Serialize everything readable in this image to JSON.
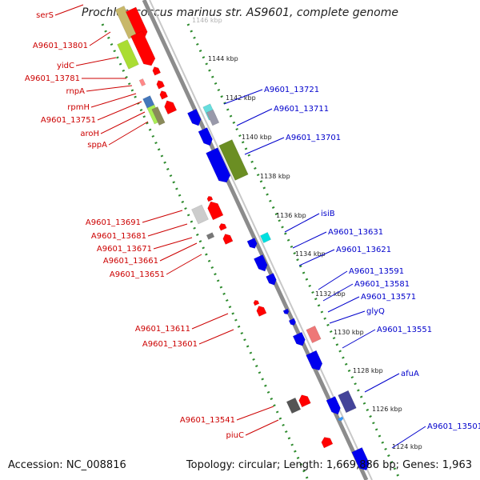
{
  "title": "Prochlorococcus marinus str. AS9601, complete genome",
  "footer": {
    "accession": "Accession: NC_008816",
    "summary": "Topology: circular; Length: 1,669,886 bp; Genes: 1,963"
  },
  "colors": {
    "forward_gene": "#ff0000",
    "reverse_gene": "#0000ee",
    "backbone": "#8c8c8c",
    "dotted_track": "#2e8b2e",
    "forward_label": "#cc0000",
    "reverse_label": "#0000cc"
  },
  "ticks": [
    "1146 kbp",
    "1144 kbp",
    "1142 kbp",
    "1140 kbp",
    "1138 kbp",
    "1136 kbp",
    "1134 kbp",
    "1132 kbp",
    "1130 kbp",
    "1128 kbp",
    "1126 kbp",
    "1124 kbp"
  ],
  "forward_labels": [
    "serS",
    "A9601_13801",
    "yidC",
    "A9601_13781",
    "rnpA",
    "rpmH",
    "A9601_13751",
    "aroH",
    "sppA",
    "A9601_13691",
    "A9601_13681",
    "A9601_13671",
    "A9601_13661",
    "A9601_13651",
    "A9601_13611",
    "A9601_13601",
    "A9601_13541",
    "piuC"
  ],
  "reverse_labels": [
    "A9601_13721",
    "A9601_13711",
    "A9601_13701",
    "isiB",
    "A9601_13631",
    "A9601_13621",
    "A9601_13591",
    "A9601_13581",
    "A9601_13571",
    "glyQ",
    "A9601_13551",
    "afuA",
    "A9601_13501"
  ]
}
